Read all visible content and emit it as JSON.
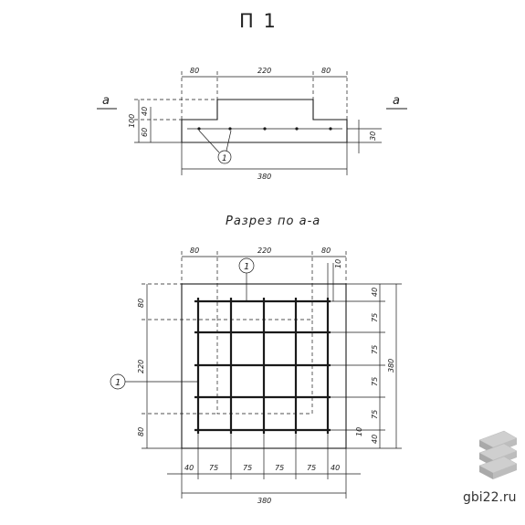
{
  "title": "П 1",
  "section_title": "Разрез по а-а",
  "section_mark": "а",
  "item_label": "1",
  "watermark": "gbi22.ru",
  "top_view": {
    "dims_top": [
      "80",
      "220",
      "80"
    ],
    "dims_left": [
      "100",
      "40",
      "60"
    ],
    "dim_right": "30",
    "dim_bottom": "380"
  },
  "plan_view": {
    "dims_top": [
      "80",
      "220",
      "80"
    ],
    "dim_top_small": "10",
    "dims_left": [
      "80",
      "220",
      "80"
    ],
    "dims_right": [
      "40",
      "75",
      "75",
      "75",
      "75",
      "40"
    ],
    "dim_right_total": "380",
    "dim_right_small": "10",
    "dims_bottom": [
      "40",
      "75",
      "75",
      "75",
      "75",
      "40"
    ],
    "dim_bottom_total": "380"
  }
}
